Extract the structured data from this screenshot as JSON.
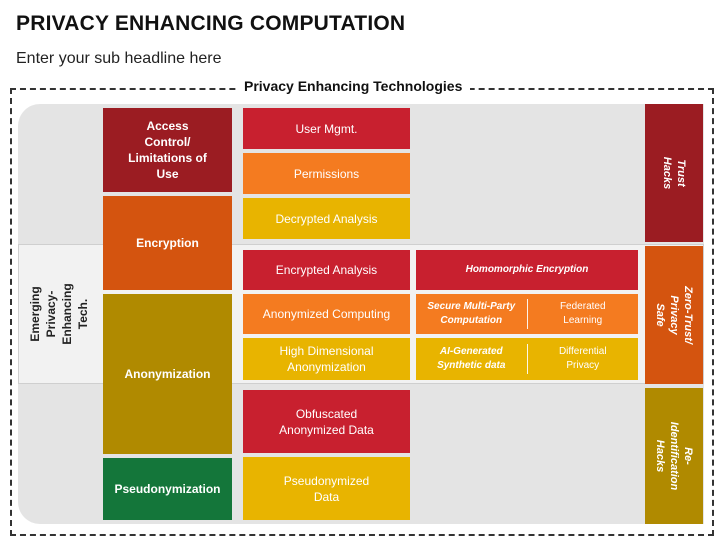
{
  "header": {
    "title": "PRIVACY ENHANCING COMPUTATION",
    "subtitle": "Enter your sub headline here"
  },
  "diagram": {
    "section_title": "Privacy Enhancing Technologies",
    "band_label": "Emerging Privacy-Enhancing Tech.",
    "categories": {
      "access": "Access Control/ Limitations of Use",
      "encryption": "Encryption",
      "anonymization": "Anonymization",
      "pseudonymization": "Pseudonymization"
    },
    "techniques": {
      "user_mgmt": "User Mgmt.",
      "permissions": "Permissions",
      "decrypted_analysis": "Decrypted Analysis",
      "encrypted_analysis": "Encrypted Analysis",
      "anonymized_computing": "Anonymized Computing",
      "high_dimensional": "High Dimensional Anonymization",
      "obfuscated": "Obfuscated Anonymized Data",
      "pseudonymized": "Pseudonymized Data"
    },
    "emerging": {
      "homomorphic": "Homomorphic Encryption",
      "smpc": "Secure Multi-Party Computation",
      "federated": "Federated Learning",
      "ai_synthetic": "AI-Generated Synthetic data",
      "differential": "Differential Privacy"
    },
    "side_labels": {
      "trust_hacks": "Trust Hacks",
      "zero_trust": "Zero-Trust/ Privacy Safe",
      "reid_hacks": "Re-Identification Hacks"
    },
    "colors": {
      "dark_red": "#9b1c22",
      "red": "#c8202f",
      "dark_orange": "#d4540f",
      "orange": "#f47b20",
      "olive": "#b08a00",
      "yellow": "#e8b400",
      "green": "#14763a"
    }
  }
}
